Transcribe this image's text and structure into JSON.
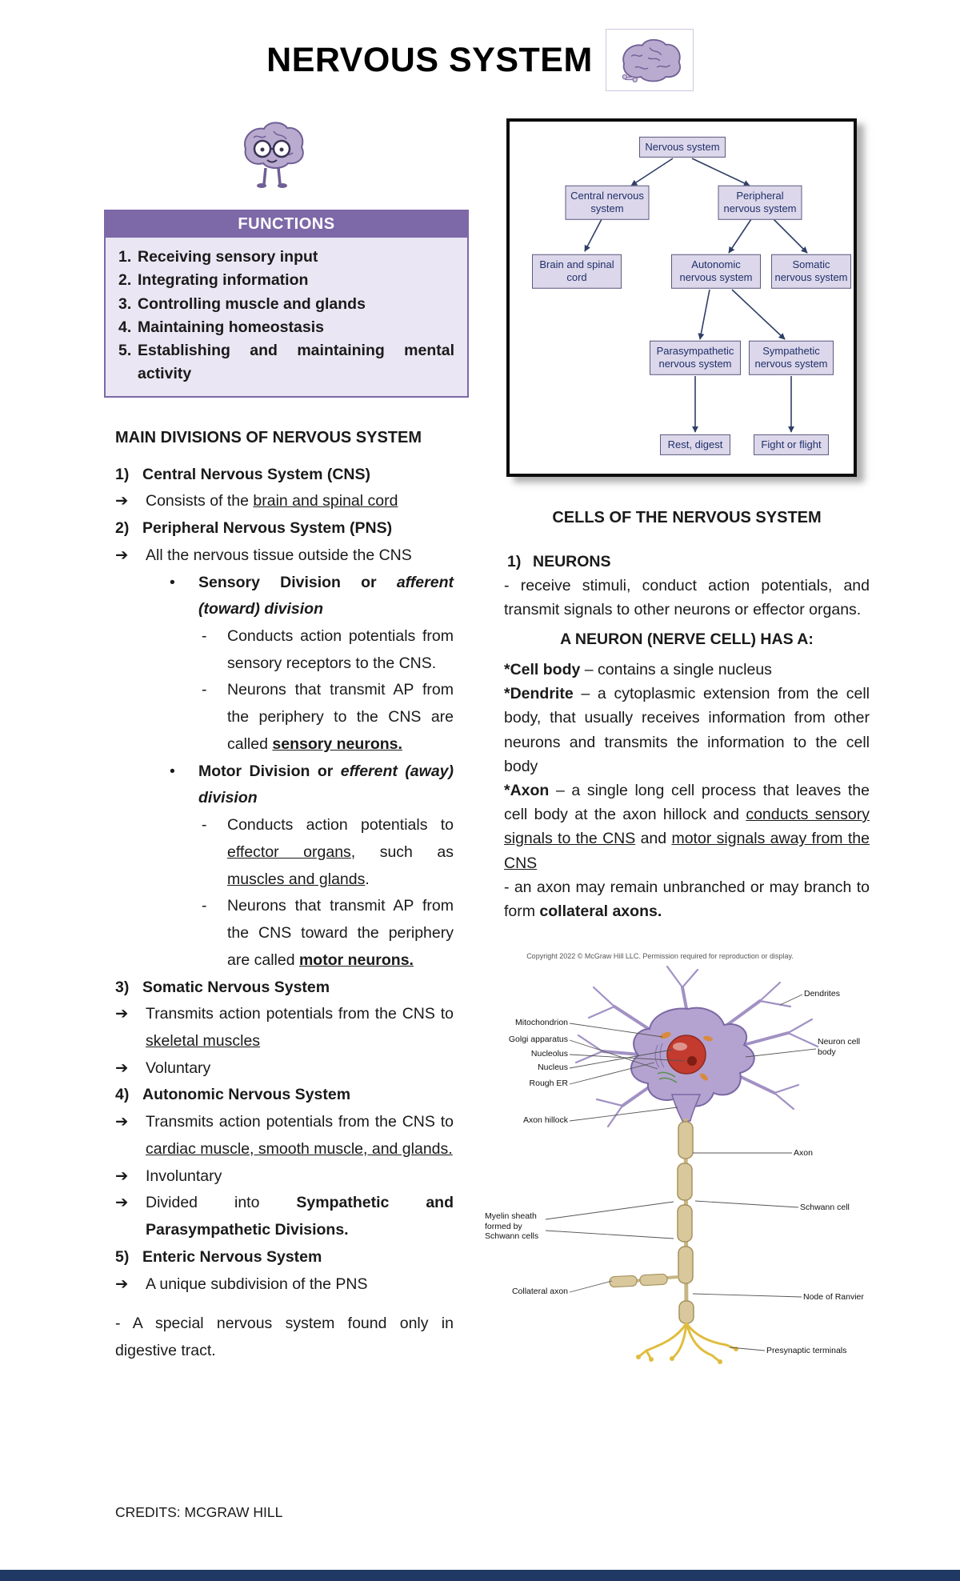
{
  "icons": {
    "arrow": "➔",
    "bullet": "•",
    "dash": "-"
  },
  "title": "NERVOUS SYSTEM",
  "functions": {
    "header": "FUNCTIONS",
    "items": [
      {
        "num": "1.",
        "text": "Receiving sensory input"
      },
      {
        "num": "2.",
        "text": "Integrating information"
      },
      {
        "num": "3.",
        "text": "Controlling muscle and glands"
      },
      {
        "num": "4.",
        "text": "Maintaining homeostasis"
      },
      {
        "num": "5.",
        "text": "Establishing and maintaining mental activity"
      }
    ]
  },
  "main_divisions": {
    "heading": "MAIN DIVISIONS OF NERVOUS SYSTEM",
    "cns": {
      "num": "1)",
      "title": "Central Nervous System (CNS)"
    },
    "cns_a1": {
      "pre": "Consists of the ",
      "u": "brain and spinal cord"
    },
    "pns": {
      "num": "2)",
      "title": "Peripheral Nervous System (PNS)"
    },
    "pns_a1": "All the nervous tissue outside the CNS",
    "sensory": {
      "bold": "Sensory Division or ",
      "italic": "afferent (toward) division"
    },
    "sensory_d1": "Conducts action potentials from sensory receptors to the CNS.",
    "sensory_d2": {
      "pre": "Neurons that transmit AP from the periphery to the CNS are called ",
      "bu": "sensory neurons."
    },
    "motor": {
      "bold": "Motor Division or ",
      "italic": "efferent (away) division"
    },
    "motor_d1": {
      "pre": "Conducts action potentials to ",
      "u1": "effector organs",
      "mid": ", such as ",
      "u2": "muscles and glands",
      "post": "."
    },
    "motor_d2": {
      "pre": "Neurons that transmit AP from the CNS toward the periphery are called ",
      "bu": "motor neurons."
    },
    "somatic": {
      "num": "3)",
      "title": "Somatic Nervous System"
    },
    "somatic_a1": {
      "pre": "Transmits action potentials from the CNS to ",
      "u": "skeletal muscles"
    },
    "somatic_a2": "Voluntary",
    "autonomic": {
      "num": "4)",
      "title": "Autonomic Nervous System"
    },
    "autonomic_a1": {
      "pre": "Transmits action potentials from the CNS to ",
      "u": "cardiac muscle, smooth muscle, and glands."
    },
    "autonomic_a2": "Involuntary",
    "autonomic_a3": {
      "pre": "Divided into ",
      "bold": "Sympathetic and Parasympathetic Divisions."
    },
    "enteric": {
      "num": "5)",
      "title": "Enteric Nervous System"
    },
    "enteric_a1": "A unique subdivision of the PNS",
    "note": "- A special nervous system found only in digestive tract."
  },
  "flowchart": {
    "nodes": {
      "root": "Nervous system",
      "cns": "Central nervous system",
      "pns": "Peripheral nervous system",
      "brain": "Brain and spinal cord",
      "autonomic": "Autonomic nervous system",
      "somatic": "Somatic nervous system",
      "parasympathetic": "Parasympathetic nervous system",
      "sympathetic": "Sympathetic nervous system",
      "rest": "Rest, digest",
      "fight": "Fight or flight"
    }
  },
  "cells": {
    "heading": "CELLS OF THE NERVOUS SYSTEM",
    "neurons": {
      "num": "1)",
      "title": "NEURONS"
    },
    "neurons_desc": "- receive stimuli, conduct action potentials, and transmit signals to other neurons or effector organs.",
    "subheading": "A NEURON (NERVE CELL) HAS A:",
    "cell_body": {
      "term": "*Cell body",
      "rest": " – contains a single nucleus"
    },
    "dendrite": {
      "term": "*Dendrite",
      "rest": " – a cytoplasmic extension from the cell body, that usually receives information from other neurons and transmits the information to the cell body"
    },
    "axon": {
      "term": "*Axon",
      "mid1": " – a single long cell process that leaves the cell body at the axon hillock and ",
      "u1": "conducts sensory signals to the CNS",
      "mid2": " and ",
      "u2": "motor signals away from the CNS"
    },
    "axon_note": {
      "pre": "- an axon may remain unbranched or may branch to form ",
      "bold": "collateral axons."
    }
  },
  "neuron_figure": {
    "copyright": "Copyright 2022 © McGraw Hill LLC. Permission required for reproduction or display.",
    "labels": {
      "dendrites": "Dendrites",
      "mitochondrion": "Mitochondrion",
      "golgi": "Golgi apparatus",
      "nucleolus": "Nucleolus",
      "nucleus": "Nucleus",
      "rough_er": "Rough ER",
      "axon_hillock": "Axon hillock",
      "cell_body": "Neuron cell body",
      "axon": "Axon",
      "myelin": "Myelin sheath formed by Schwann cells",
      "schwann": "Schwann cell",
      "collateral": "Collateral axon",
      "node": "Node of Ranvier",
      "presynaptic": "Presynaptic terminals"
    }
  },
  "credits": "CREDITS: MCGRAW HILL",
  "colors": {
    "accent_purple": "#7d68a8",
    "light_purple": "#ebe6f3",
    "footer_navy": "#1f3864"
  }
}
